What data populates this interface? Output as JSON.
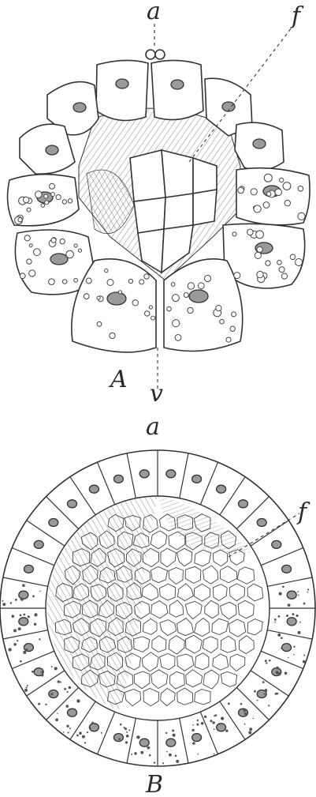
{
  "figure_a": {
    "panel_label": "A",
    "top_pole_label": "a",
    "bottom_pole_label": "v",
    "pointer_label": "f"
  },
  "figure_b": {
    "panel_label": "B",
    "top_pole_label": "a",
    "pointer_label": "f"
  }
}
